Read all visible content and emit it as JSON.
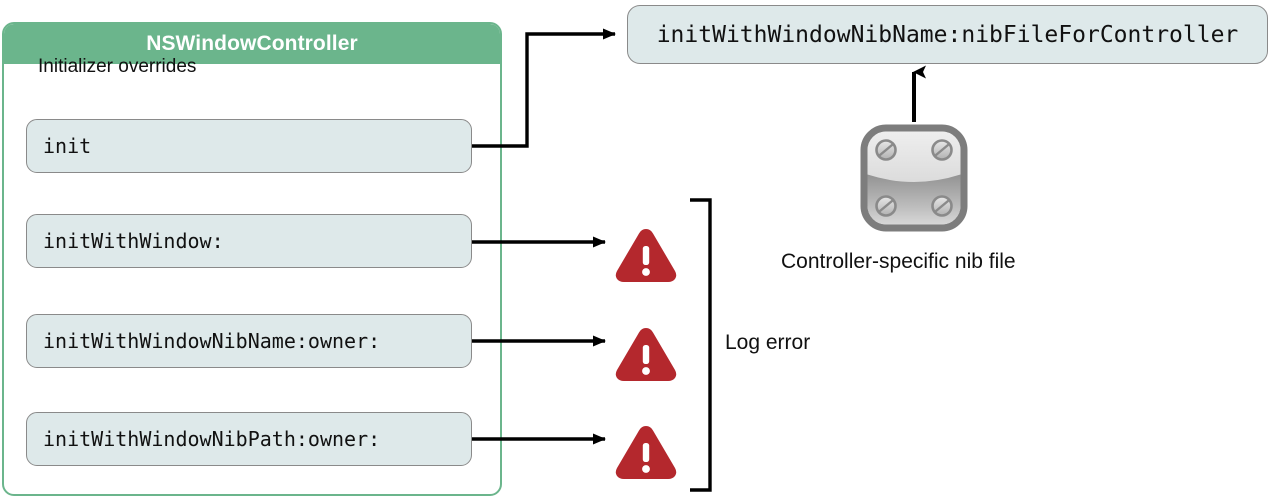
{
  "diagram": {
    "class_panel": {
      "title": "NSWindowController",
      "section_label": "Initializer overrides",
      "header_color": "#6bb58c",
      "border_color": "#6bb58c",
      "methods": [
        {
          "name": "init",
          "outcome": "redirects"
        },
        {
          "name": "initWithWindow:",
          "outcome": "warning"
        },
        {
          "name": "initWithWindowNibName:owner:",
          "outcome": "warning"
        },
        {
          "name": "initWithWindowNibPath:owner:",
          "outcome": "warning"
        }
      ]
    },
    "target_call": {
      "label": "initWithWindowNibName:nibFileForController",
      "fill_color": "#dee9ea"
    },
    "nib": {
      "caption": "Controller-specific nib file",
      "icon": "nib-file-icon"
    },
    "warnings": {
      "bracket_label": "Log error",
      "icon": "warning-triangle-icon",
      "color": "#b4282d",
      "count": 3
    }
  }
}
